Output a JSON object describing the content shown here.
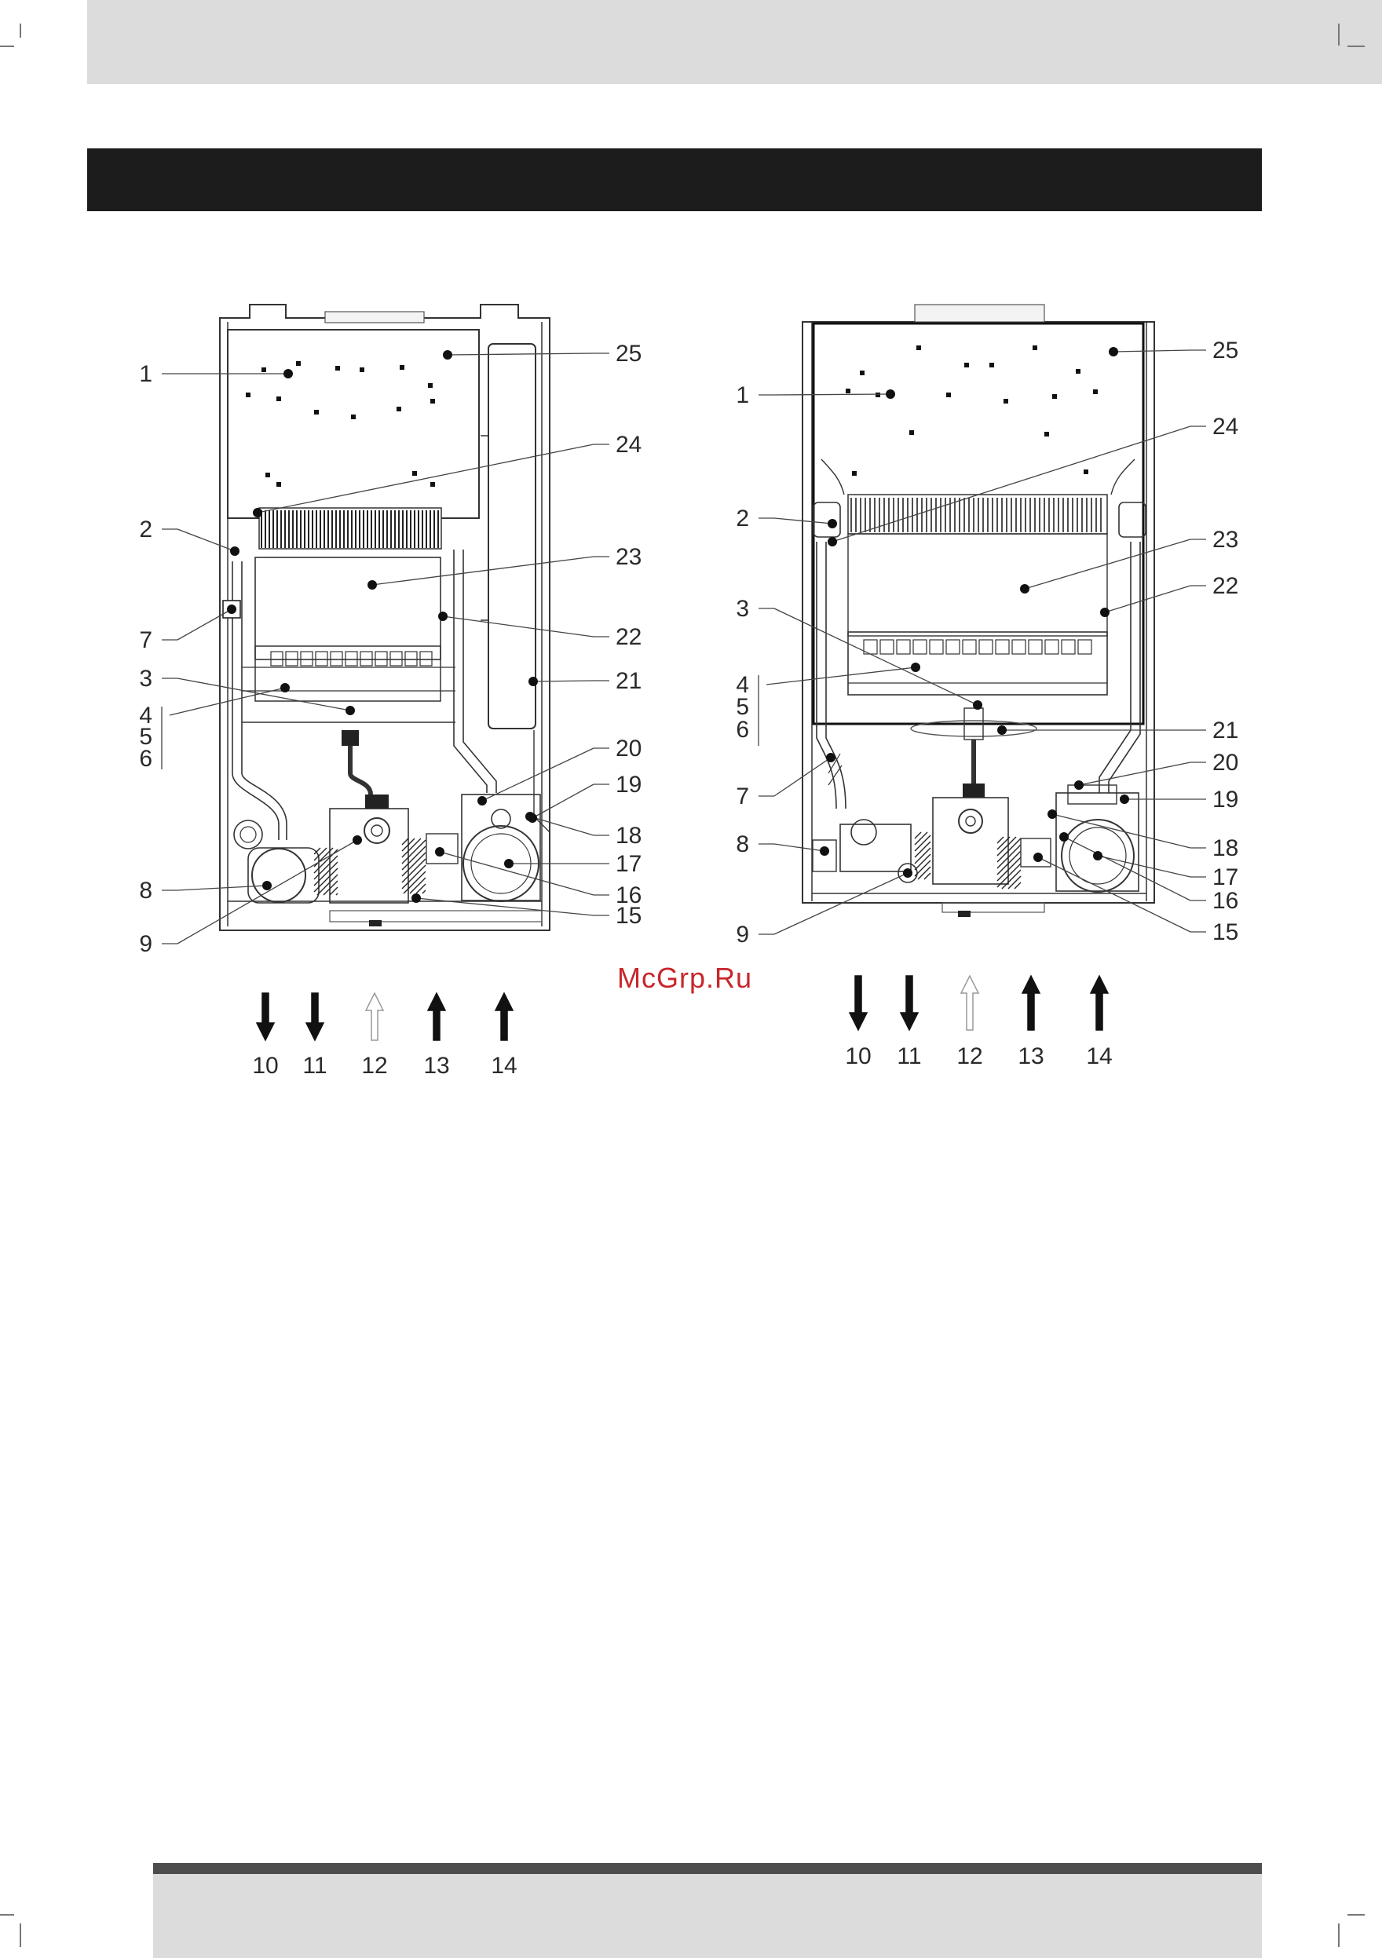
{
  "watermark": "McGrp.Ru",
  "diagrams": [
    {
      "callouts": [
        "1",
        "2",
        "3",
        "4",
        "5",
        "6",
        "7",
        "8",
        "9",
        "15",
        "16",
        "17",
        "18",
        "19",
        "20",
        "21",
        "22",
        "23",
        "24",
        "25"
      ],
      "legend": [
        "10",
        "11",
        "12",
        "13",
        "14"
      ]
    },
    {
      "callouts": [
        "1",
        "2",
        "3",
        "4",
        "5",
        "6",
        "7",
        "8",
        "9",
        "15",
        "16",
        "17",
        "18",
        "19",
        "20",
        "21",
        "22",
        "23",
        "24",
        "25"
      ],
      "legend": [
        "10",
        "11",
        "12",
        "13",
        "14"
      ]
    }
  ],
  "legend_arrows": [
    {
      "label": "10",
      "direction": "down",
      "style": "solid"
    },
    {
      "label": "11",
      "direction": "down",
      "style": "solid"
    },
    {
      "label": "12",
      "direction": "up",
      "style": "outline"
    },
    {
      "label": "13",
      "direction": "up",
      "style": "solid"
    },
    {
      "label": "14",
      "direction": "up",
      "style": "solid"
    }
  ]
}
